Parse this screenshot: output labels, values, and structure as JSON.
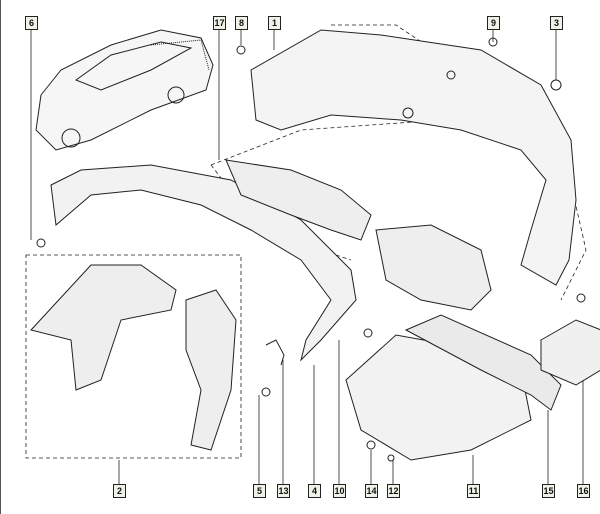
{
  "diagram": {
    "title": "Rear bumper exploded parts diagram",
    "top_labels": [
      "6",
      "17",
      "8",
      "1",
      "9",
      "3"
    ],
    "bottom_labels": [
      "2",
      "5",
      "13",
      "4",
      "10",
      "14",
      "12",
      "11",
      "15",
      "16"
    ]
  },
  "colors": {
    "line": "#222222",
    "label_bg": "#eef3e8"
  }
}
